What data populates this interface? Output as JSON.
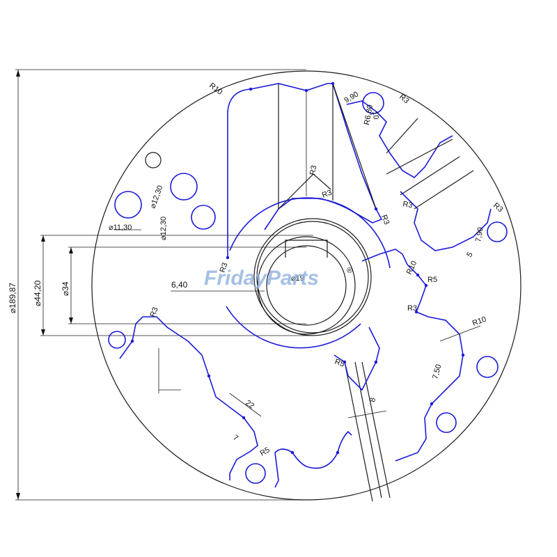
{
  "watermark": {
    "text": "FridayParts",
    "registered": "®"
  },
  "dimensions": {
    "outer_diameter": "⌀189,87",
    "bore_diameter_44": "⌀44,20",
    "bore_diameter_34": "⌀34",
    "hub_offset": "6,40",
    "center_hole": "⌀19",
    "hole_12_30_a": "⌀12,30",
    "hole_12_30_b": "⌀12,30",
    "span_11_30": "⌀11,30",
    "r10_top": "R10",
    "r3_channel": "R3",
    "r3_channel_b": "R3",
    "r3_left": "R3",
    "r3_upper_right": "R3",
    "r3_right_a": "R3",
    "r3_right_b": "R3",
    "r3_mid_right": "R3",
    "r3_lower_left": "R3",
    "r3_bottom": "R3",
    "r10_right_a": "R10",
    "r10_right_b": "R10",
    "r5_right": "R5",
    "r5_bottom": "R5",
    "r5_center": "R5",
    "dim_9_90": "9,90",
    "dim_7_90": "7,90",
    "dim_7_50": "7,50",
    "dim_22": "22",
    "dim_7": "7",
    "dim_8": "8",
    "dim_5": "5",
    "dim_10": "10",
    "dim_r6_80": "R6,80"
  },
  "colors": {
    "geometry": "#1a1ad8",
    "outline": "#1a1a1a",
    "watermark": "#8fb1e0"
  }
}
